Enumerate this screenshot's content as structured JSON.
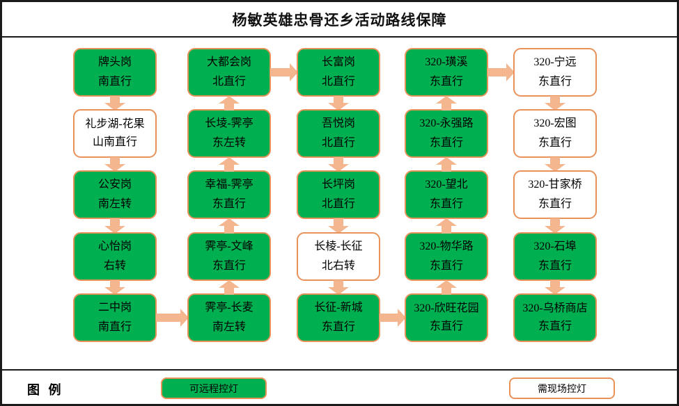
{
  "title": "杨敏英雄忠骨还乡活动路线保障",
  "colors": {
    "green_fill": "#00af50",
    "box_border": "#e8925a",
    "arrow_fill": "#f4b68f",
    "frame_border": "#1a1a1a"
  },
  "legend": {
    "label": "图 例",
    "remote_label": "可远程控灯",
    "onsite_label": "需现场控灯"
  },
  "diagram": {
    "columns": [
      {
        "flow": "down",
        "nodes": [
          {
            "label": "牌头岗",
            "action": "南直行",
            "type": "remote",
            "arrow": "down"
          },
          {
            "label": "礼步湖-花果山南直行",
            "action": null,
            "type": "onsite",
            "arrow": "down"
          },
          {
            "label": "公安岗",
            "action": "南左转",
            "type": "remote",
            "arrow": "down"
          },
          {
            "label": "心怡岗",
            "action": "右转",
            "type": "remote",
            "arrow": "down"
          },
          {
            "label": "二中岗",
            "action": "南直行",
            "type": "remote",
            "arrow": "right"
          }
        ]
      },
      {
        "flow": "up",
        "nodes": [
          {
            "label": "大都会岗",
            "action": "北直行",
            "type": "remote",
            "arrow": "right"
          },
          {
            "label": "长堎-霁亭",
            "action": "东左转",
            "type": "remote",
            "arrow": "up"
          },
          {
            "label": "幸福-霁亭",
            "action": "东直行",
            "type": "remote",
            "arrow": "up"
          },
          {
            "label": "霁亭-文峰",
            "action": "东直行",
            "type": "remote",
            "arrow": "up"
          },
          {
            "label": "霁亭-长麦",
            "action": "南左转",
            "type": "remote",
            "arrow": "up"
          }
        ]
      },
      {
        "flow": "down",
        "nodes": [
          {
            "label": "长富岗",
            "action": "北直行",
            "type": "remote",
            "arrow": "down"
          },
          {
            "label": "吾悦岗",
            "action": "北直行",
            "type": "remote",
            "arrow": "down"
          },
          {
            "label": "长坪岗",
            "action": "北直行",
            "type": "remote",
            "arrow": "down"
          },
          {
            "label": "长棱-长征",
            "action": "北右转",
            "type": "onsite",
            "arrow": "down"
          },
          {
            "label": "长征-新城",
            "action": "东直行",
            "type": "remote",
            "arrow": "right"
          }
        ]
      },
      {
        "flow": "up",
        "nodes": [
          {
            "label": "320-璜溪",
            "action": "东直行",
            "type": "remote",
            "arrow": "right"
          },
          {
            "label": "320-永强路",
            "action": "东直行",
            "type": "remote",
            "arrow": "up"
          },
          {
            "label": "320-望北",
            "action": "东直行",
            "type": "remote",
            "arrow": "up"
          },
          {
            "label": "320-物华路",
            "action": "东直行",
            "type": "remote",
            "arrow": "up"
          },
          {
            "label": "320-欣旺花园东直行",
            "action": null,
            "type": "remote",
            "arrow": "up"
          }
        ]
      },
      {
        "flow": "down",
        "nodes": [
          {
            "label": "320-宁远",
            "action": "东直行",
            "type": "onsite",
            "arrow": "down"
          },
          {
            "label": "320-宏图",
            "action": "东直行",
            "type": "onsite",
            "arrow": "down"
          },
          {
            "label": "320-甘家桥",
            "action": "东直行",
            "type": "onsite",
            "arrow": "down"
          },
          {
            "label": "320-石埠",
            "action": "东直行",
            "type": "remote",
            "arrow": "down"
          },
          {
            "label": "320-乌桥商店东直行",
            "action": null,
            "type": "remote",
            "arrow": null
          }
        ]
      }
    ]
  }
}
